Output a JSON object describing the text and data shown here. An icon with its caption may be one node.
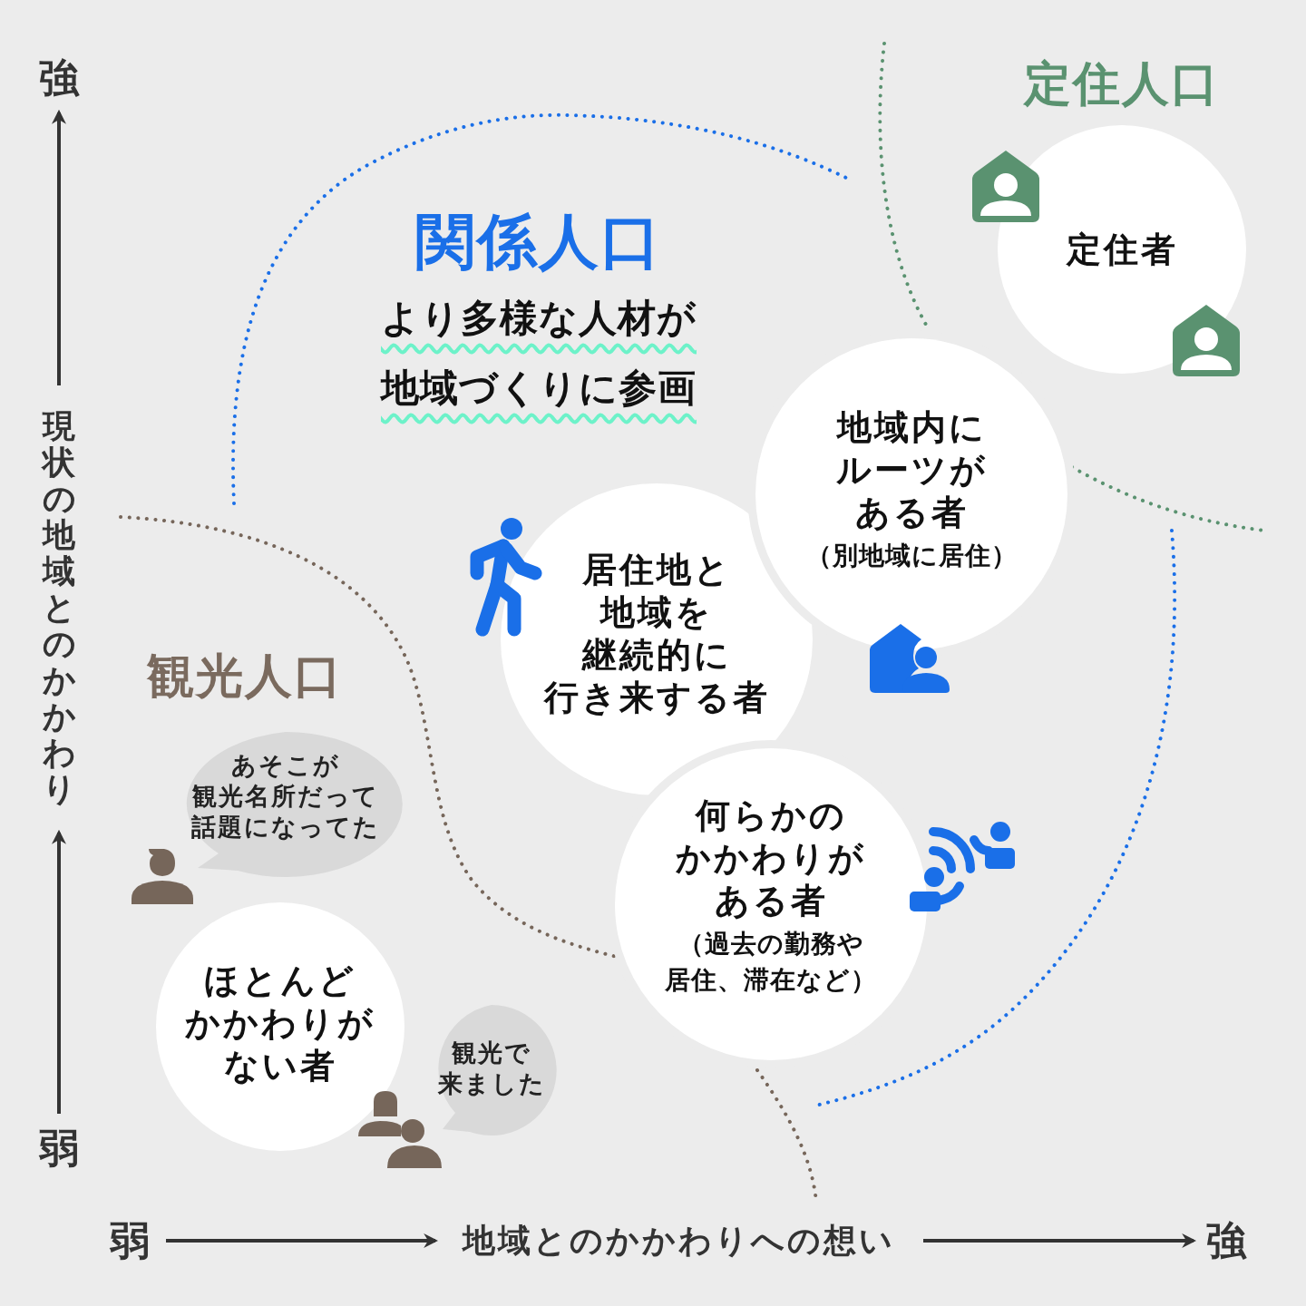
{
  "diagram": {
    "nodes": [
      {
        "text": [
          "定住者"
        ]
      },
      {
        "text": [
          "地域内にルーツがある者",
          "（別地域に居住）"
        ]
      },
      {
        "text": [
          "居住地と地域を継続的に行き来する者"
        ]
      },
      {
        "text": [
          "あそこが観光名所だって話題になってた"
        ]
      },
      {
        "text": [
          "何らかのかかわりがある者",
          "（過去の勤務や居住、滞在など）"
        ]
      },
      {
        "text": [
          "ほとんどかかわりがない者"
        ]
      },
      {
        "text": [
          "観光で来ました"
        ]
      }
    ],
    "labels": [
      "強",
      "定住人口",
      "関係人口",
      "より多様な人材が地域づくりに参画",
      "現状の地域とのかかわり",
      "観光人口",
      "弱",
      "弱",
      "地域とのかかわりへの想い",
      "強"
    ]
  }
}
